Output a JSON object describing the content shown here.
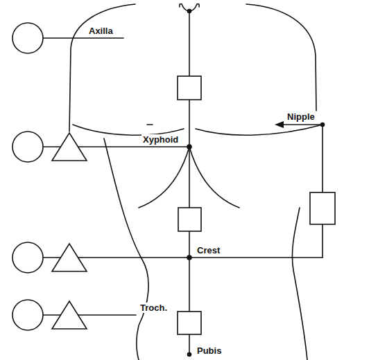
{
  "diagram": {
    "labels": [
      "Axilla",
      "Nipple",
      "Xyphoid",
      "Crest",
      "Troch.",
      "Pubis"
    ]
  }
}
